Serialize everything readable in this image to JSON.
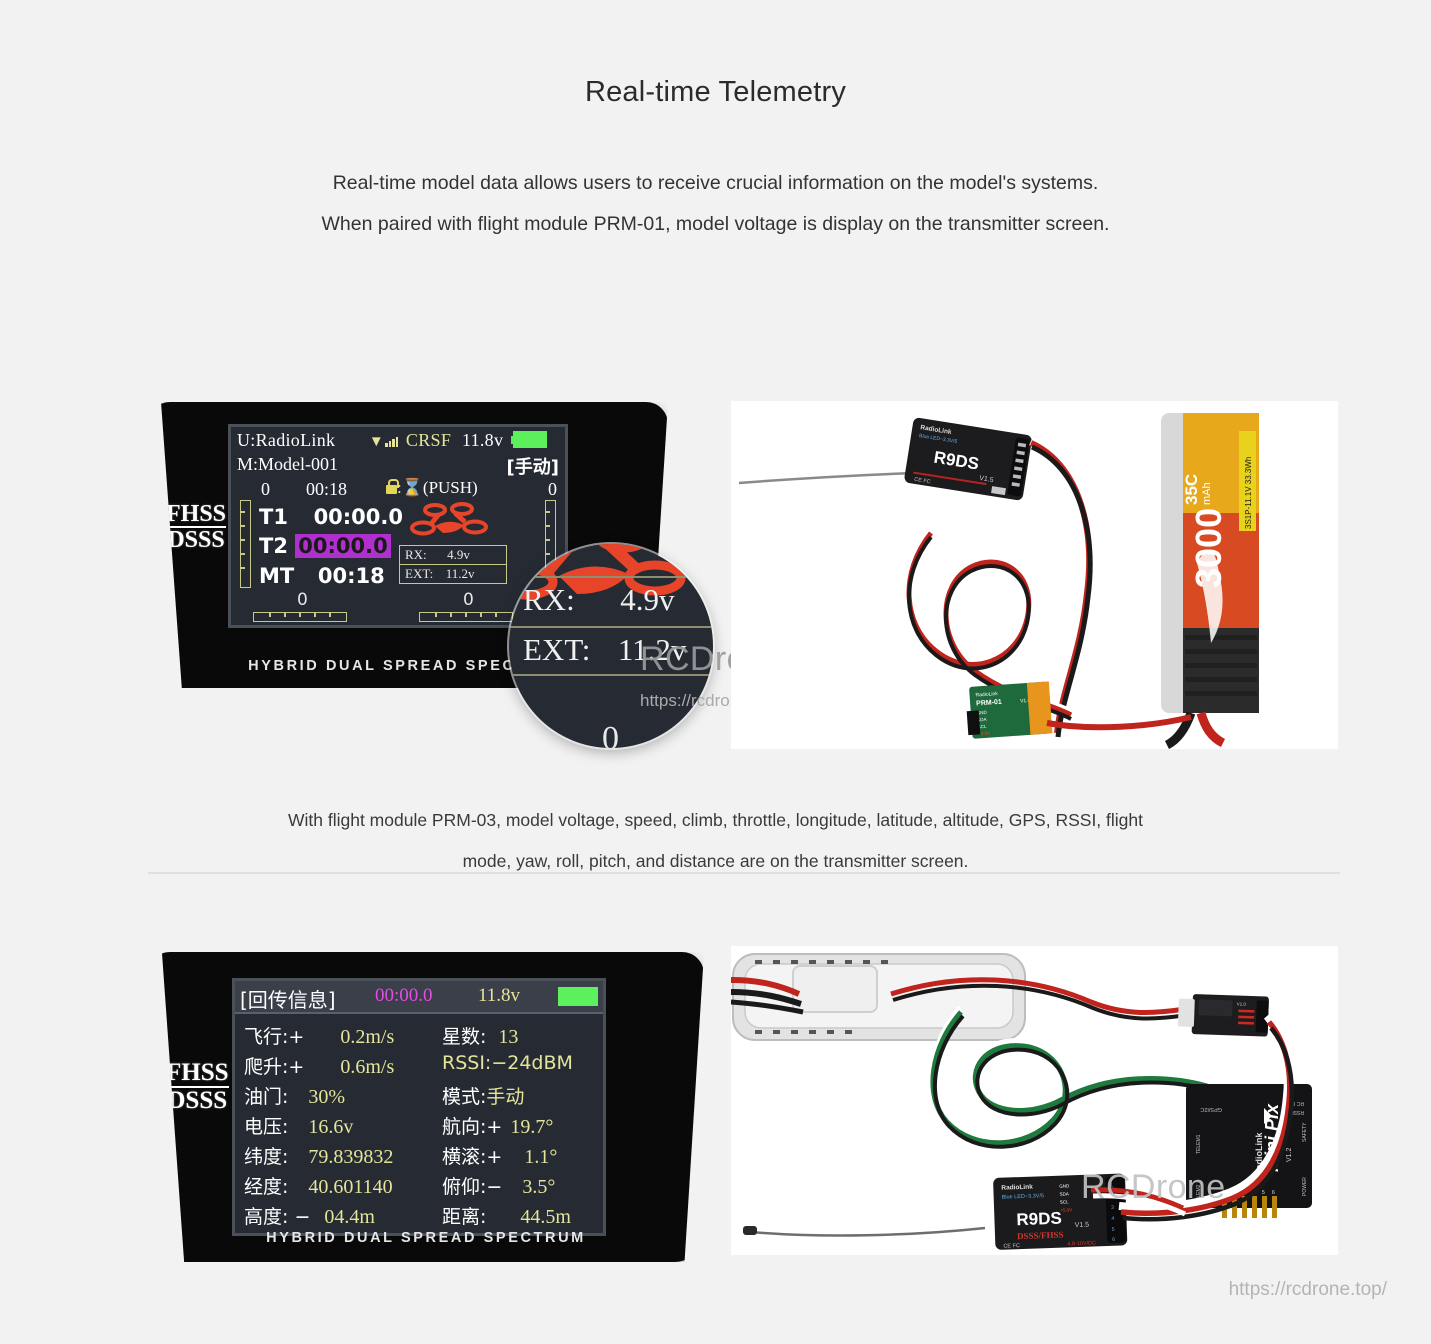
{
  "header": {
    "title": "Real-time Telemetry",
    "intro_line1": "Real-time model data allows users to receive crucial information on the model's systems.",
    "intro_line2": "When paired with flight module PRM-01, model voltage is display on the transmitter screen."
  },
  "mid_caption": {
    "line1": "With flight module PRM-03, model voltage, speed, climb, throttle, longitude, latitude, altitude, GPS, RSSI, flight",
    "line2": "mode, yaw, roll, pitch, and distance are on the transmitter screen."
  },
  "watermark": {
    "brand": "RCDrone",
    "url": "https://rcdrone.top/",
    "footer_url": "https://rcdrone.top/"
  },
  "transmitter": {
    "fhss_line1": "FHSS",
    "fhss_line2": "DSSS",
    "tagline": "HYBRID DUAL SPREAD SPECTRUM"
  },
  "screen_top": {
    "user_label": "U:RadioLink",
    "protocol": "CRSF",
    "voltage": "11.8v",
    "model_label": "M:Model-001",
    "mode_badge": "[手动]",
    "trim_left_value": "0",
    "timer_top": "00:18",
    "lock_text": ":",
    "push_text": "(PUSH)",
    "trim_right_value": "0",
    "t1_label": "T1",
    "t1_value": "00:00.0",
    "t2_label": "T2",
    "t2_value": "00:00.0",
    "mt_label": "MT",
    "mt_value": "00:18",
    "trim_bottom_left": "0",
    "trim_bottom_right": "0",
    "rx_label": "RX:",
    "rx_value": "4.9v",
    "ext_label": "EXT:",
    "ext_value": "11.2v",
    "icons": {
      "antenna": "antenna-icon",
      "signal": "signal-bars-icon",
      "battery": "battery-icon",
      "lock": "lock-icon",
      "drone": "drone-icon"
    }
  },
  "magnifier": {
    "rx_label": "RX:",
    "rx_value": "4.9v",
    "ext_label": "EXT:",
    "ext_value": "11.2v",
    "trim_value": "0"
  },
  "screen_bottom": {
    "title": "[回传信息]",
    "timer": "00:00.0",
    "voltage": "11.8v",
    "rows_left": [
      {
        "label": "飞行:+",
        "value": "0.2m/s"
      },
      {
        "label": "爬升:+",
        "value": "0.6m/s"
      },
      {
        "label": "油门:",
        "value": "30%"
      },
      {
        "label": "电压:",
        "value": "16.6v"
      },
      {
        "label": "纬度:",
        "value": "79.839832"
      },
      {
        "label": "经度:",
        "value": "40.601140"
      },
      {
        "label": "高度: −",
        "value": "04.4m"
      }
    ],
    "rows_right": [
      {
        "label": "星数:",
        "value": "13"
      },
      {
        "label": "RSSI:",
        "value": "−24dBM"
      },
      {
        "label": "模式:",
        "value": "手动"
      },
      {
        "label": "航向:+",
        "value": "19.7°"
      },
      {
        "label": "横滚:+",
        "value": "1.1°"
      },
      {
        "label": "俯仰:−",
        "value": "3.5°"
      },
      {
        "label": "距离:",
        "value": "44.5m"
      }
    ]
  },
  "photo_top": {
    "alt": "RadioLink R9DS receiver connected by servo cable to a PRM-01 telemetry module and a 3000mAh 35C 11.1V LiPo battery",
    "receiver_brand": "RadioLink",
    "receiver_model": "R9DS",
    "receiver_version": "V1.5",
    "module_model": "PRM-01",
    "module_version": "V1.0",
    "battery_capacity": "3000",
    "battery_unit": "mAh",
    "battery_c": "35C",
    "battery_spec": "3S1P-11.1V 33.3Wh"
  },
  "photo_bottom": {
    "alt": "RadioLink Mini Pix V1.2 flight controller wired to an R9DS receiver, a telemetry module and a battery",
    "fc_brand": "RadioLink",
    "fc_model": "Mini Pix",
    "fc_version": "V1.2",
    "receiver_model": "R9DS",
    "receiver_version": "V1.5",
    "receiver_spec": "DSSS/FHSS",
    "receiver_power": "4.8-10V/DC"
  },
  "colors": {
    "page_bg": "#f2f2f2",
    "lcd_bg": "#262b33",
    "lcd_border": "#4a5058",
    "lcd_yellow": "#e4e49a",
    "lcd_green": "#5cf05c",
    "lcd_magenta": "#e44ce4",
    "drone_orange": "#e8442a",
    "body_black": "#090909"
  }
}
